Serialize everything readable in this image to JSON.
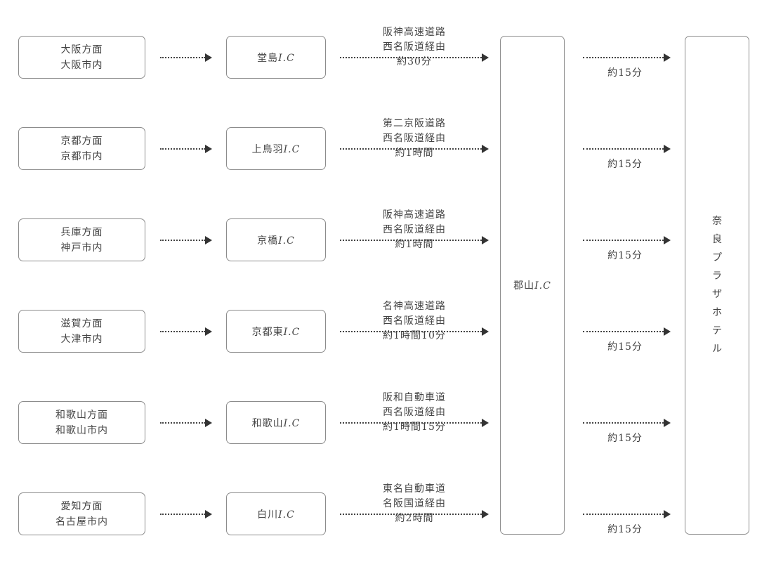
{
  "routes": [
    {
      "origin": [
        "大阪方面",
        "大阪市内"
      ],
      "ic_name": "堂島",
      "ic_suffix": "I.C",
      "via": [
        "阪神高速道路",
        "西名阪道経由",
        "約30分"
      ],
      "to_hotel": "約15分"
    },
    {
      "origin": [
        "京都方面",
        "京都市内"
      ],
      "ic_name": "上鳥羽",
      "ic_suffix": "I.C",
      "via": [
        "第二京阪道路",
        "西名阪道経由",
        "約1時間"
      ],
      "to_hotel": "約15分"
    },
    {
      "origin": [
        "兵庫方面",
        "神戸市内"
      ],
      "ic_name": "京橋",
      "ic_suffix": "I.C",
      "via": [
        "阪神高速道路",
        "西名阪道経由",
        "約1時間"
      ],
      "to_hotel": "約15分"
    },
    {
      "origin": [
        "滋賀方面",
        "大津市内"
      ],
      "ic_name": "京都東",
      "ic_suffix": "I.C",
      "via": [
        "名神高速道路",
        "西名阪道経由",
        "約1時間10分"
      ],
      "to_hotel": "約15分"
    },
    {
      "origin": [
        "和歌山方面",
        "和歌山市内"
      ],
      "ic_name": "和歌山",
      "ic_suffix": "I.C",
      "via": [
        "阪和自動車道",
        "西名阪道経由",
        "約1時間15分"
      ],
      "to_hotel": "約15分"
    },
    {
      "origin": [
        "愛知方面",
        "名古屋市内"
      ],
      "ic_name": "白川",
      "ic_suffix": "I.C",
      "via": [
        "東名自動車道",
        "名阪国道経由",
        "約2時間"
      ],
      "to_hotel": "約15分"
    }
  ],
  "hub": {
    "name": "郡山",
    "suffix": "I.C"
  },
  "destination": {
    "chars": [
      "奈",
      "良",
      "プ",
      "ラ",
      "ザ",
      "ホ",
      "テ",
      "ル"
    ]
  },
  "colors": {
    "border": "#8c8c8c",
    "text": "#444444",
    "arrow": "#333333"
  }
}
